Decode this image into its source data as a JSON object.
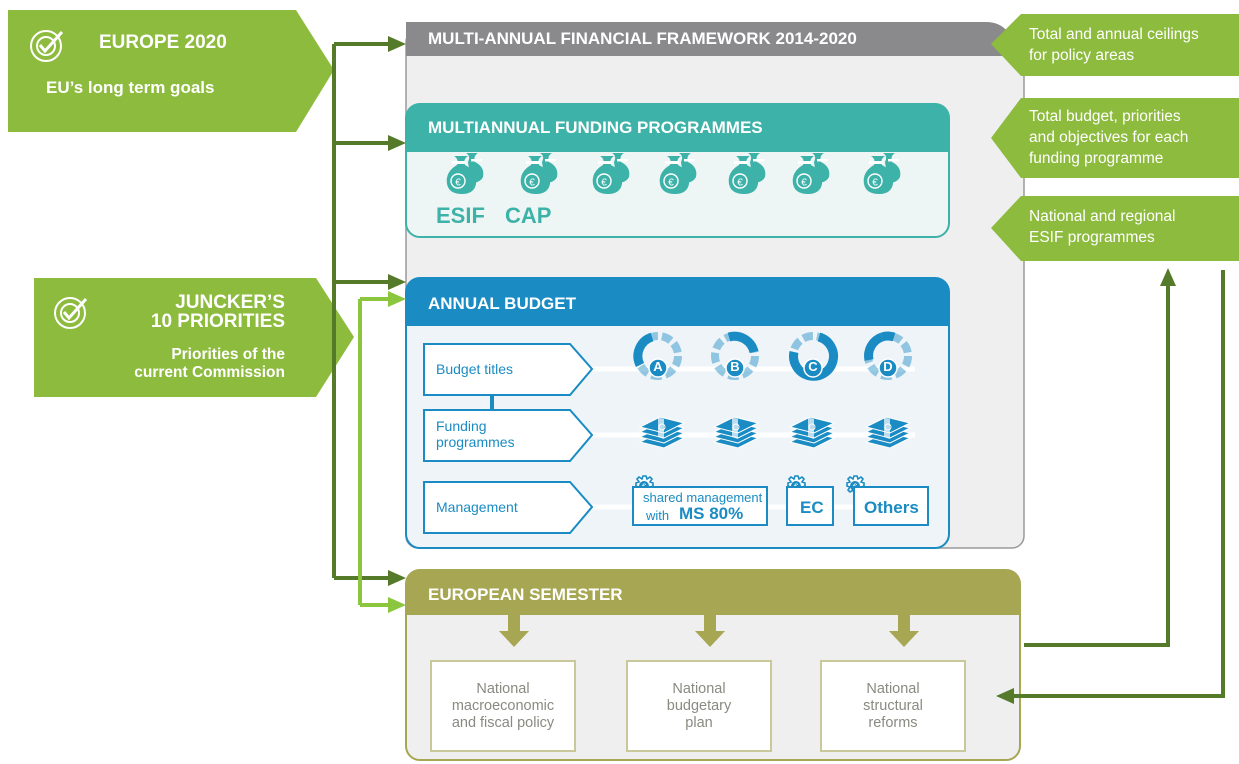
{
  "europe2020": {
    "title": "EUROPE 2020",
    "subtitle": "EU’s long term goals"
  },
  "juncker": {
    "title_line1": "JUNCKER’S",
    "title_line2": "10 PRIORITIES",
    "subtitle_line1": "Priorities of the",
    "subtitle_line2": "current Commission"
  },
  "mff": {
    "title": "MULTI-ANNUAL FINANCIAL FRAMEWORK 2014-2020"
  },
  "programmes": {
    "title": "MULTIANNUAL FUNDING PROGRAMMES",
    "labels": [
      "ESIF",
      "CAP"
    ]
  },
  "annual_budget": {
    "title": "ANNUAL BUDGET",
    "rows": [
      "Budget titles",
      "Funding programmes",
      "Management"
    ],
    "budget_title_letters": [
      "A",
      "B",
      "C",
      "D"
    ],
    "management": {
      "shared_line1": "shared management",
      "shared_line2a": "with",
      "shared_line2b": "MS 80%",
      "ec": "EC",
      "others": "Others"
    }
  },
  "semester": {
    "title": "EUROPEAN SEMESTER",
    "boxes": [
      [
        "National",
        "macroeconomic",
        "and fiscal policy"
      ],
      [
        "National",
        "budgetary",
        "plan"
      ],
      [
        "National",
        "structural",
        "reforms"
      ]
    ]
  },
  "side_notes": [
    [
      "Total and annual ceilings",
      "for policy areas"
    ],
    [
      "Total budget, priorities",
      "and objectives for each",
      "funding programme"
    ],
    [
      "National and regional",
      "ESIF programmes"
    ]
  ],
  "colors": {
    "green": "#8dbb3e",
    "dark_green": "#557a2a",
    "light_green": "#8cc63f",
    "teal": "#3db2a8",
    "blue": "#1a8bc3",
    "olive": "#a7a652",
    "grey_header": "#8a8a8c",
    "frame": "#efeff0"
  }
}
